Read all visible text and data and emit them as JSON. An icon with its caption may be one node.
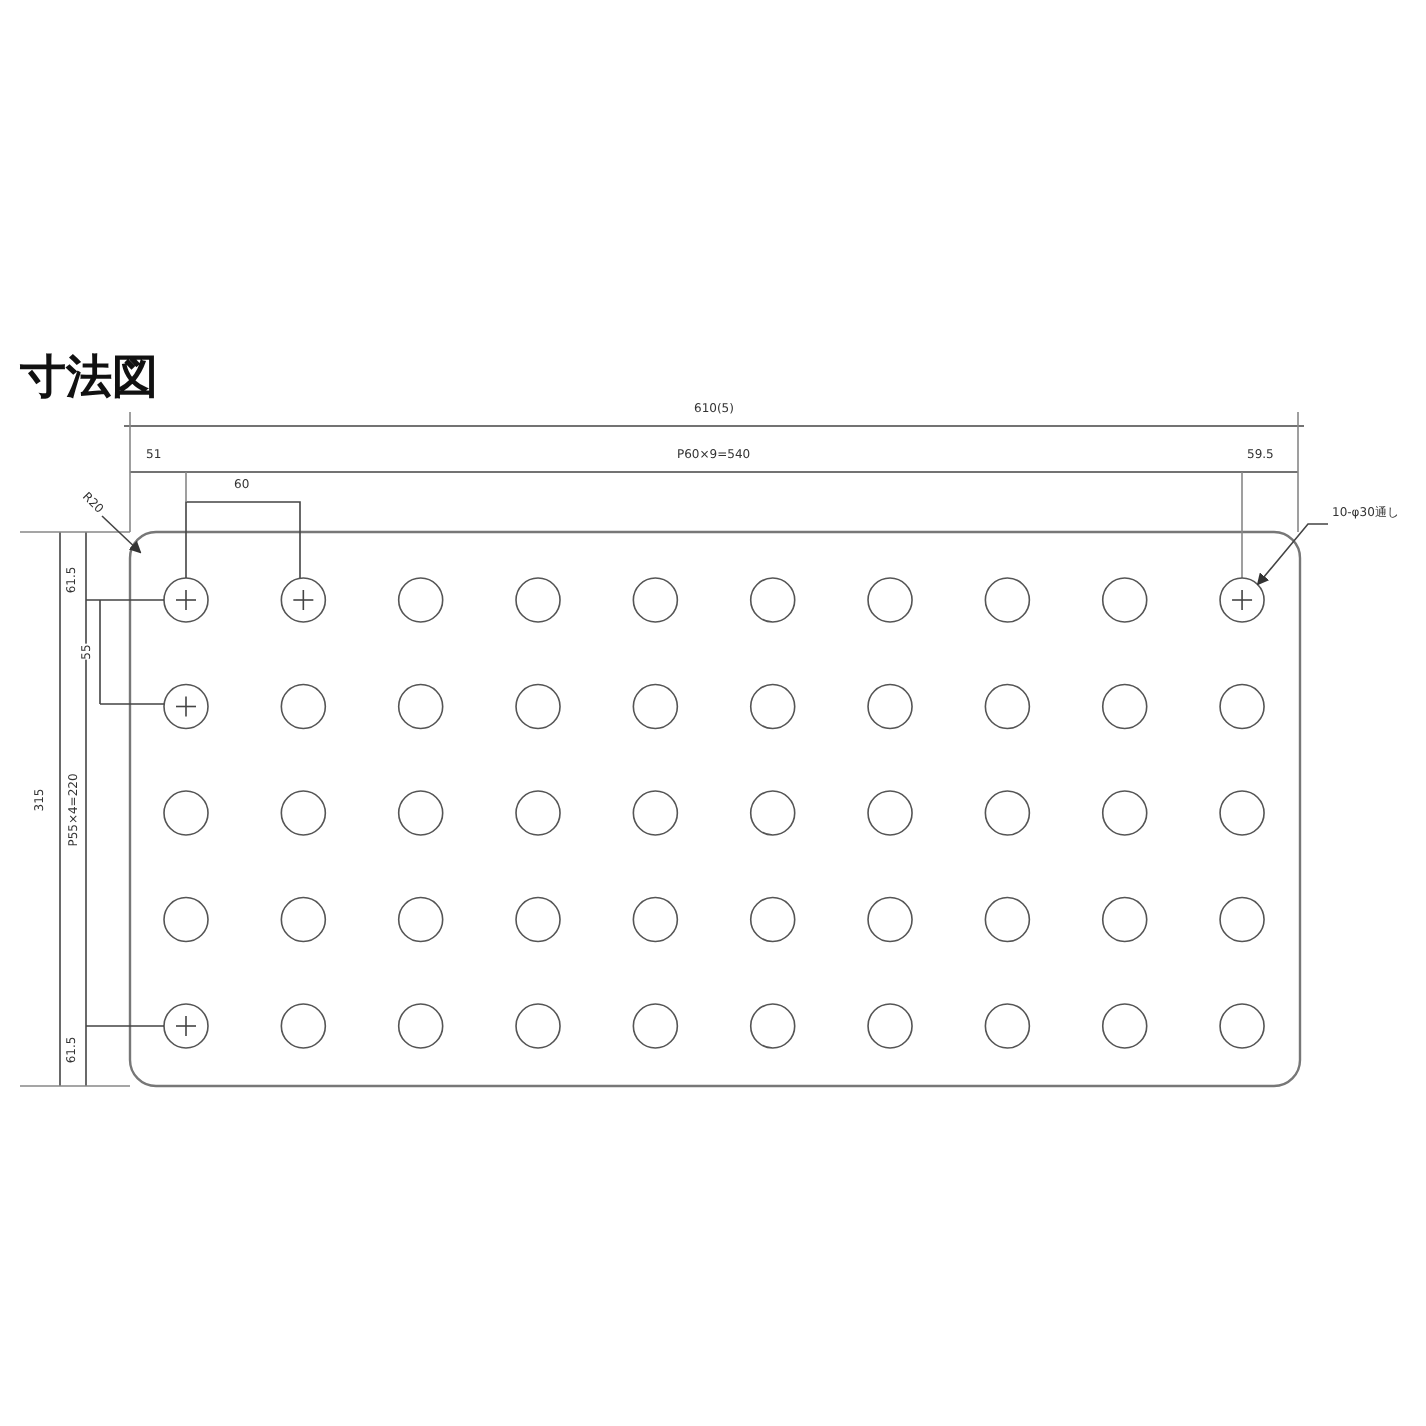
{
  "diagram": {
    "title": "寸法図",
    "nodes": [
      {
        "text": [
          "10-φ30通し"
        ]
      },
      {
        "text": [],
        "shape": "circle"
      },
      {
        "text": [
          "R20"
        ]
      }
    ],
    "edges": [
      {
        "from": 0,
        "to": 1,
        "arrow": "to"
      },
      {
        "from": 2,
        "to": null,
        "arrow": "to"
      }
    ],
    "labels": [
      "610(5)",
      "51",
      "P60×9=540",
      "59.5",
      "60",
      "61.5",
      "55",
      "315",
      "P55×4=220",
      "61.5"
    ]
  }
}
